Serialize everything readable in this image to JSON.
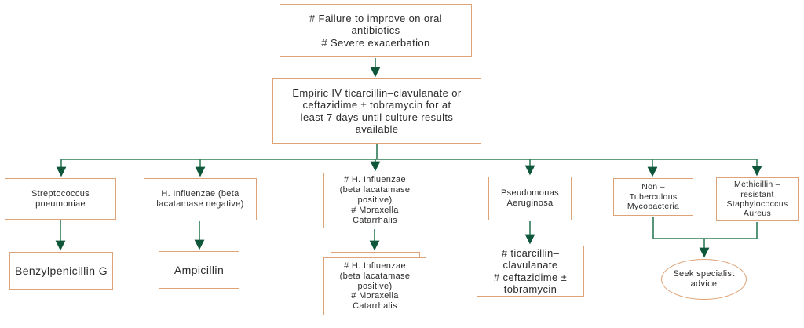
{
  "diagram": {
    "type": "flowchart",
    "colors": {
      "box_border": "#dda377",
      "line_color": "#2e7a57",
      "arrow_color": "#0e573a",
      "text_color": "#2b2b2b",
      "bg": "#ffffff"
    },
    "nodes": {
      "failure": {
        "text": "# Failure to improve on oral\nantibiotics\n# Severe exacerbation"
      },
      "empiric": {
        "text": "Empiric IV ticarcillin–clavulanate or\nceftazidime ± tobramycin for at\nleast 7 days until culture results\navailable"
      },
      "streptococcus": {
        "text": "Streptococcus\npneumoniae"
      },
      "h_influenzae_negative": {
        "text": "H. Influenzae (beta\nlacatamase negative)"
      },
      "h_influenzae_positive": {
        "text": "# H. Influenzae\n(beta lacatamase\npositive)\n# Moraxella\nCatarrhalis"
      },
      "pseudomonas": {
        "text": "Pseudomonas\nAeruginosa"
      },
      "non_tuberculous": {
        "text": "Non –\nTuberculous\nMycobacteria"
      },
      "mrsa": {
        "text": "Methicillin –\nresistant\nStaphylococcus\nAureus"
      },
      "benzylpenicillin": {
        "text": "Benzylpenicillin G"
      },
      "ampicillin": {
        "text": "Ampicillin"
      },
      "h_influenzae_positive_repeat": {
        "text": "# H. Influenzae\n(beta lacatamase\npositive)\n# Moraxella\nCatarrhalis"
      },
      "ticarcillin": {
        "text": "# ticarcillin–\nclavulanate\n# ceftazidime ±\ntobramycin"
      },
      "seek_specialist": {
        "text": "Seek specialist\nadvice"
      }
    }
  }
}
